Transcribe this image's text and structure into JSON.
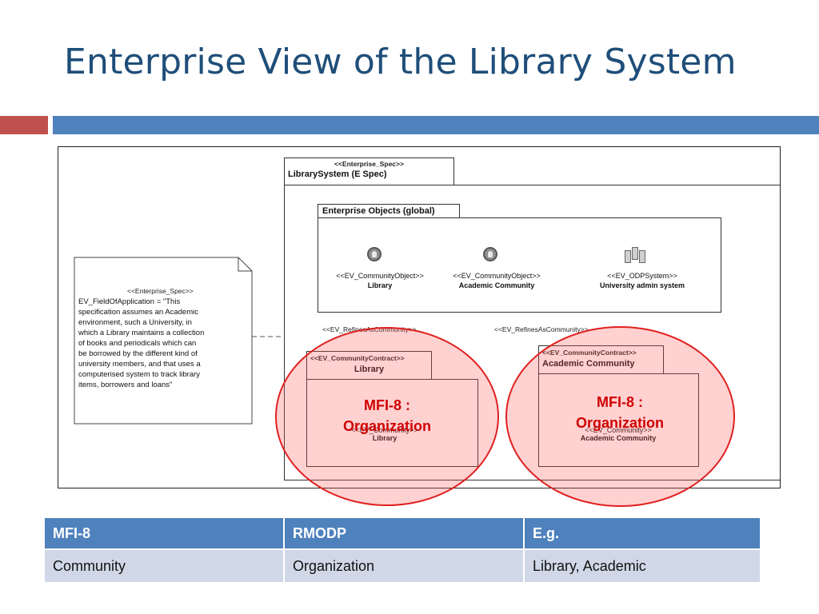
{
  "title": "Enterprise View of the Library System",
  "diagram": {
    "spec": {
      "stereotype": "<<Enterprise_Spec>>",
      "name": "LibrarySystem (E Spec)"
    },
    "objects_package": {
      "tab": "Enterprise Objects (global)",
      "items": [
        {
          "stereotype": "<<EV_CommunityObject>>",
          "name": "Library",
          "icon": "community-object-icon"
        },
        {
          "stereotype": "<<EV_CommunityObject>>",
          "name": "Academic Community",
          "icon": "community-object-icon"
        },
        {
          "stereotype": "<<EV_ODPSystem>>",
          "name": "University admin system",
          "icon": "servers-icon"
        }
      ]
    },
    "note": {
      "stereotype": "<<Enterprise_Spec>>",
      "lines": [
        "EV_FieldOfApplication = \"This",
        "specification assumes an Academic",
        "environment, such a University, in",
        "which a Library maintains a collection",
        "of books and periodicals which can",
        "be borrowed by the different kind of",
        "university members, and that uses a",
        "computerised system to track library",
        "items, borrowers and loans\""
      ]
    },
    "refines_left": "<<EV_RefinesAsCommunity>>",
    "refines_right": "<<EV_RefinesAsCommunity>>",
    "contract_left": {
      "stereotype": "<<EV_CommunityContract>>",
      "name": "Library",
      "inner_stereotype": "<<EV_Community>>",
      "inner_name": "Library"
    },
    "contract_right": {
      "stereotype": "<<EV_CommunityContract>>",
      "name": "Academic Community",
      "inner_stereotype": "<<EV_Community>>",
      "inner_name": "Academic Community"
    },
    "highlights": [
      {
        "line1": "MFI-8 :",
        "line2": "Organization"
      },
      {
        "line1": "MFI-8 :",
        "line2": "Organization"
      }
    ]
  },
  "table": {
    "headers": [
      "MFI-8",
      "RMODP",
      "E.g."
    ],
    "rows": [
      [
        "Community",
        "Organization",
        "Library, Academic"
      ]
    ]
  },
  "colors": {
    "title": "#1f4e79",
    "accent_red": "#c0504d",
    "accent_blue": "#4f81bd",
    "highlight": "#e02020",
    "table_row": "#d0d8e8"
  }
}
